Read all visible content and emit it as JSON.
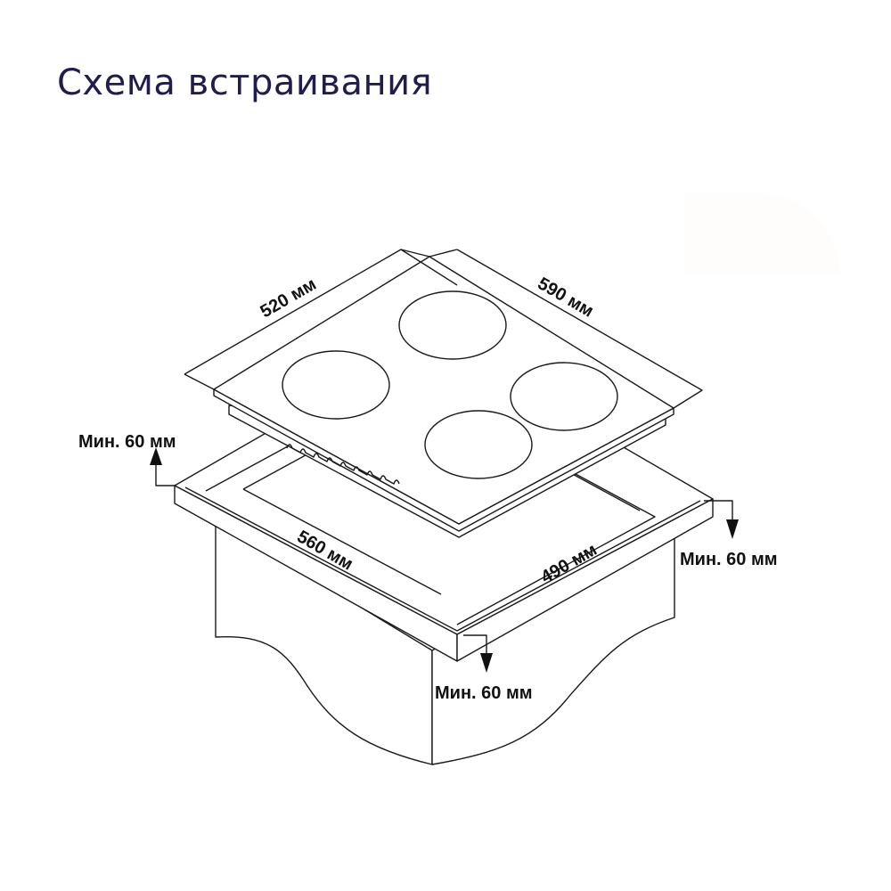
{
  "title": "Схема встраивания",
  "dimensions": {
    "hob_depth": "520 мм",
    "hob_width": "590 мм",
    "cutout_width": "560 мм",
    "cutout_depth": "490 мм"
  },
  "clearances": {
    "back": "Мин. 60 мм",
    "side": "Мин. 60 мм",
    "front": "Мин. 60 мм"
  },
  "hob": {
    "burner_count": 4
  },
  "colors": {
    "title": "#201c4e",
    "lines": "#1a1a1a",
    "labels": "#111111"
  }
}
